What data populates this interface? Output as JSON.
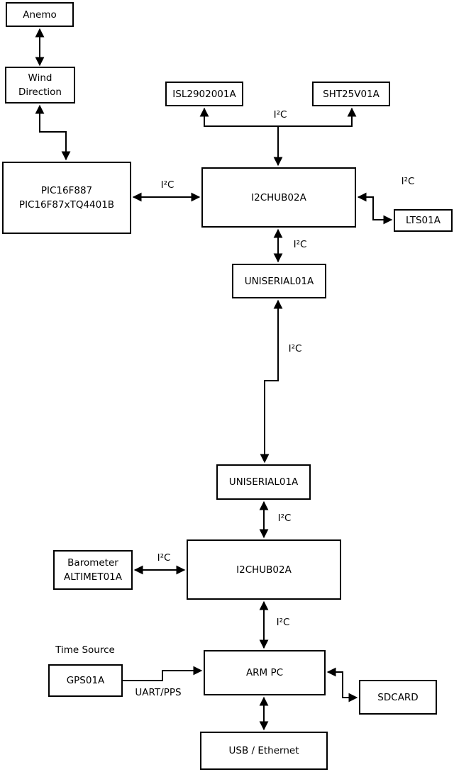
{
  "diagram": {
    "colors": {
      "line": "#000000",
      "background": "#ffffff",
      "box_fill": "#ffffff",
      "text": "#000000"
    },
    "nodes": {
      "anemo": {
        "label": "Anemo"
      },
      "wind_direction": {
        "lines": [
          "Wind",
          "Direction"
        ]
      },
      "pic": {
        "lines": [
          "PIC16F887",
          "PIC16F87xTQ4401B"
        ]
      },
      "isl": {
        "label": "ISL2902001A"
      },
      "sht": {
        "label": "SHT25V01A"
      },
      "i2chub_top": {
        "label": "I2CHUB02A"
      },
      "lts": {
        "label": "LTS01A"
      },
      "uniserial_top": {
        "label": "UNISERIAL01A"
      },
      "uniserial_bottom": {
        "label": "UNISERIAL01A"
      },
      "i2chub_bottom": {
        "label": "I2CHUB02A"
      },
      "barometer": {
        "lines": [
          "Barometer",
          "ALTIMET01A"
        ]
      },
      "gps": {
        "label": "GPS01A"
      },
      "arm_pc": {
        "label": "ARM PC"
      },
      "sdcard": {
        "label": "SDCARD"
      },
      "usb_ethernet": {
        "label": "USB / Ethernet"
      }
    },
    "edge_labels": {
      "i2c_sensor_bus": "I²C",
      "i2c_pic_hub": "I²C",
      "i2c_hub_lts": "I²C",
      "i2c_hub_uniserial": "I²C",
      "i2c_uniserial_link": "I²C",
      "i2c_uniserial_hub": "I²C",
      "i2c_barometer_hub": "I²C",
      "i2c_hub_armpc": "I²C",
      "uart_pps": "UART/PPS",
      "time_source": "Time Source"
    }
  }
}
